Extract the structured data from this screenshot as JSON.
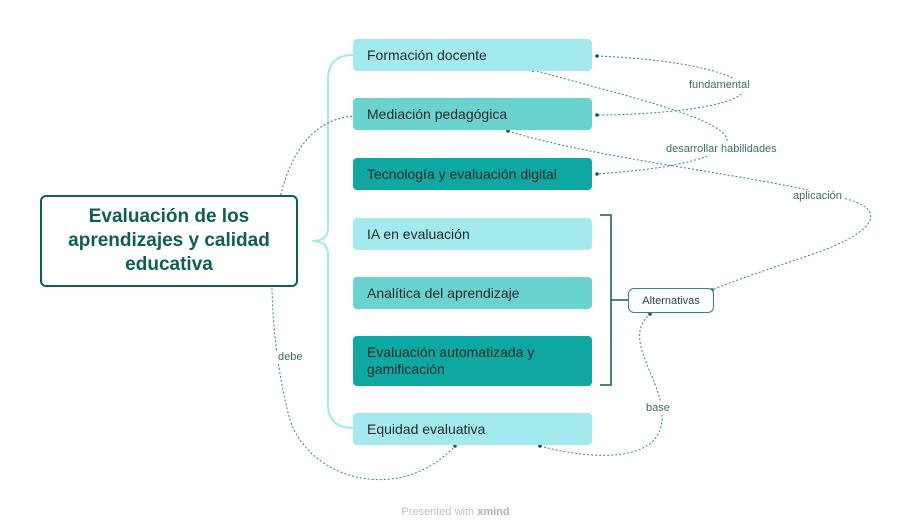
{
  "root": {
    "title": "Evaluación de los aprendizajes y calidad educativa"
  },
  "topics": [
    {
      "label": "Formación docente",
      "style": "light"
    },
    {
      "label": "Mediación pedagógica",
      "style": "mid"
    },
    {
      "label": "Tecnología y evaluación digital",
      "style": "dark"
    },
    {
      "label": "IA en evaluación",
      "style": "light"
    },
    {
      "label": "Analítica del aprendizaje",
      "style": "mid"
    },
    {
      "label": "Evaluación automatizada y gamificación",
      "style": "dark"
    },
    {
      "label": "Equidad evaluativa",
      "style": "light"
    }
  ],
  "summary": {
    "label": "Alternativas"
  },
  "relationships": {
    "fundamental": "fundamental",
    "desarrollar": "desarrollar habilidades",
    "aplicacion": "aplicación",
    "debe": "debe",
    "base": "base"
  },
  "footer": {
    "prefix": "Presented with",
    "brand": "xmind"
  },
  "colors": {
    "root_border": "#0e5e57",
    "light": "#a3e9ee",
    "mid": "#6ad3cf",
    "dark": "#0fa7a1",
    "connector": "#a3e9ee",
    "relationship": "#2b8a82"
  }
}
